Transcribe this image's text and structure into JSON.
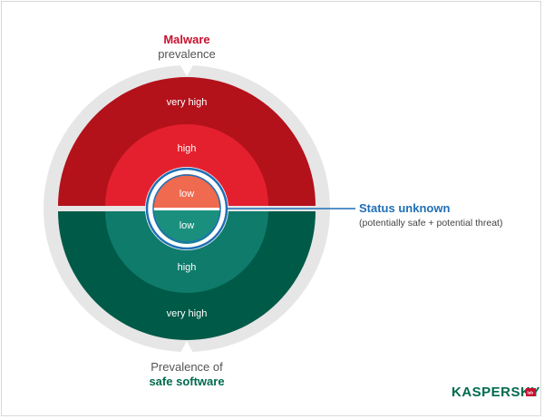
{
  "malware_header": {
    "accent": "Malware",
    "plain": "prevalence"
  },
  "safe_header": {
    "plain": "Prevalence of",
    "accent": "safe software"
  },
  "rings_top": {
    "outer": "very high",
    "middle": "high",
    "inner": "low"
  },
  "rings_bottom": {
    "inner": "low",
    "middle": "high",
    "outer": "very high"
  },
  "status": {
    "title": "Status unknown",
    "subtitle": "(potentially safe + potential threat)"
  },
  "logo": {
    "text": "KASPERSKY",
    "badge": "lab"
  },
  "colors": {
    "malware_accent": "#c8102e",
    "safe_accent": "#006a4e",
    "status_blue": "#1f6fb5",
    "outer_ring": "#e6e6e6",
    "red_outer": "#b3121b",
    "red_middle": "#e5202e",
    "red_inner": "#ef6a4f",
    "green_outer": "#005a48",
    "green_middle": "#0e7b6b",
    "green_inner": "#1a8f7e"
  }
}
